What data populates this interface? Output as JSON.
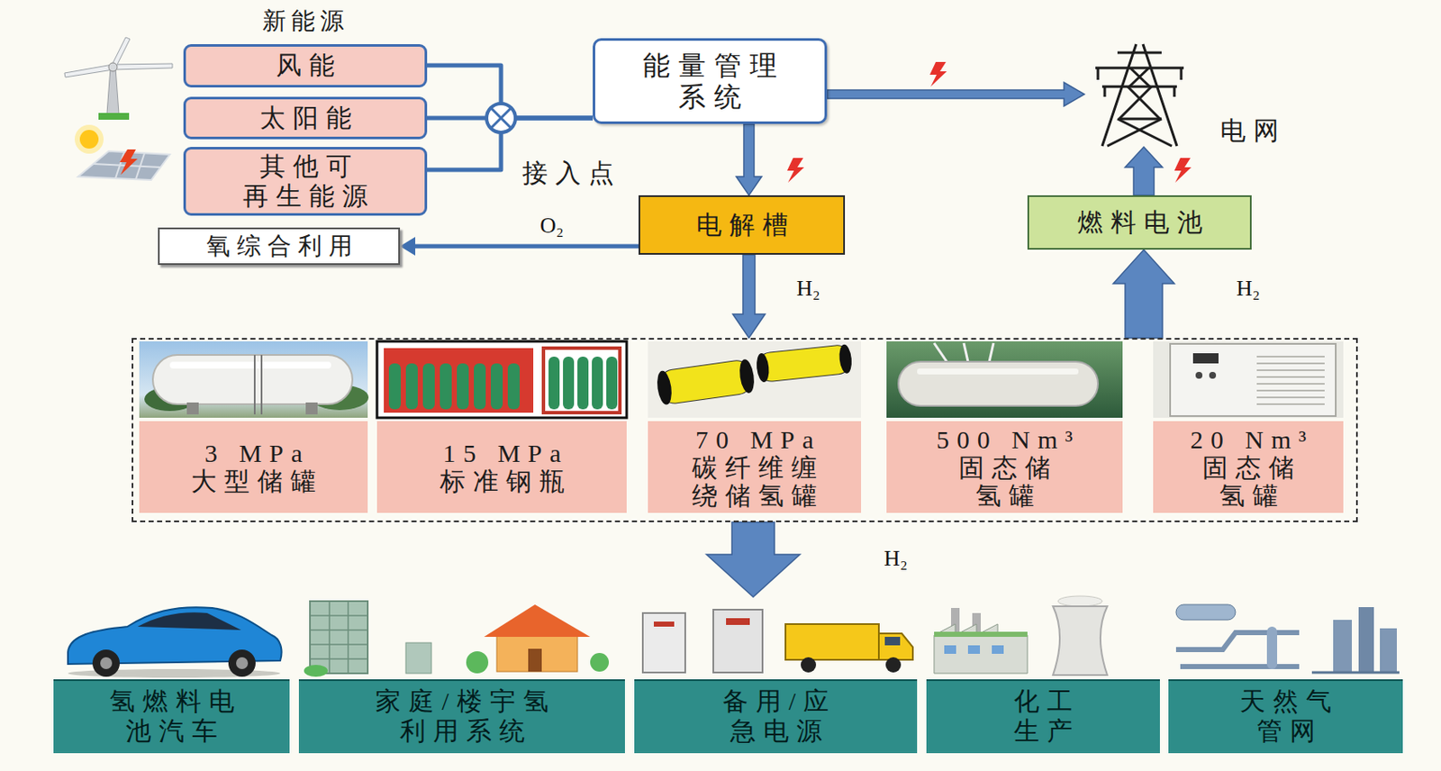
{
  "diagram": {
    "nodes": [
      {
        "text": [
          "风能"
        ]
      },
      {
        "text": [
          "太阳能"
        ]
      },
      {
        "text": [
          "其他可 再生能源"
        ]
      },
      {
        "text": [
          "能量管理 系统"
        ]
      },
      {
        "text": [
          "电网"
        ]
      },
      {
        "text": [
          "电解槽"
        ]
      },
      {
        "text": [
          "氧综合利用"
        ]
      },
      {
        "text": [
          "燃料电池"
        ]
      },
      {
        "text": []
      },
      {
        "text": [
          "3 MPa 大型储罐"
        ],
        "in": 8
      },
      {
        "text": [
          "15 MPa 标准钢瓶"
        ],
        "in": 8
      },
      {
        "text": [
          "70 MPa 碳纤维缠 绕储氢罐"
        ],
        "in": 8
      },
      {
        "text": [
          "500 Nm³ 固态储 氢罐"
        ],
        "in": 8
      },
      {
        "text": [
          "20 Nm³ 固态储 氢罐"
        ],
        "in": 8
      },
      {
        "text": [
          "氢燃料电 池汽车"
        ]
      },
      {
        "text": [
          "家庭/楼宇氢 利用系统"
        ]
      },
      {
        "text": [
          "备用/应 急电源"
        ]
      },
      {
        "text": [
          "化工 生产"
        ]
      },
      {
        "text": [
          "天然气 管网"
        ]
      }
    ],
    "edges": [
      {
        "from": 0,
        "to": 3,
        "arrow": "none"
      },
      {
        "from": 1,
        "to": 3,
        "arrow": "none"
      },
      {
        "from": 2,
        "to": 3,
        "arrow": "none"
      },
      {
        "from": 3,
        "to": 5,
        "arrow": "to"
      },
      {
        "from": 3,
        "to": 4,
        "arrow": "to"
      },
      {
        "from": 5,
        "to": 6,
        "label": "O₂",
        "arrow": "to"
      },
      {
        "from": 5,
        "to": 8,
        "label": "H₂",
        "arrow": "to"
      },
      {
        "from": 8,
        "to": 7,
        "label": "H₂",
        "arrow": "to"
      },
      {
        "from": 7,
        "to": 4,
        "arrow": "to"
      },
      {
        "from": 8,
        "to": 16,
        "label": "H₂",
        "arrow": "to"
      }
    ],
    "labels": [
      "新能源",
      "接入点"
    ]
  }
}
